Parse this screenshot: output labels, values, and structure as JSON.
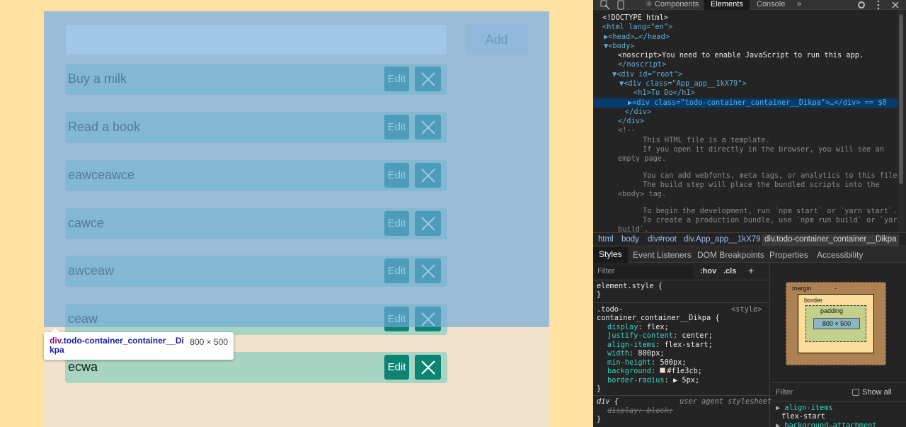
{
  "app": {
    "add_button_label": "Add",
    "add_input_value": "",
    "todos": [
      {
        "text": "Buy a milk",
        "edit_label": "Edit"
      },
      {
        "text": "Read a book",
        "edit_label": "Edit"
      },
      {
        "text": "eawceawce",
        "edit_label": "Edit"
      },
      {
        "text": "cawce",
        "edit_label": "Edit"
      },
      {
        "text": "awceaw",
        "edit_label": "Edit"
      },
      {
        "text": "ceaw",
        "edit_label": "Edit"
      },
      {
        "text": "ecwa",
        "edit_label": "Edit"
      }
    ],
    "colors": {
      "page_bg": "#ffe1a1",
      "container_bg": "#f1e3cb",
      "item_bg": "#a8d5c2",
      "button_bg": "#0d8473",
      "highlight": "#6fa8dc"
    }
  },
  "inspect_tooltip": {
    "tag": "div",
    "class_name": ".todo-container_container__Dikpa",
    "size": "800 × 500"
  },
  "devtools": {
    "tabs": [
      "⚛ Components",
      "Elements",
      "Console",
      "»"
    ],
    "active_tab": "Elements",
    "dom_lines": [
      "<!DOCTYPE html>",
      "<html lang=\"en\">",
      "▶<head>…</head>",
      "▼<body>",
      "<noscript>You need to enable JavaScript to run this app.",
      "</noscript>",
      "▼<div id=\"root\">",
      "▼<div class=\"App_app__1kX79\">",
      "<h1>To Do</h1>",
      "▶<div class=\"todo-container_container__Dikpa\">…</div> == $0",
      "</div>",
      "</div>",
      "<!--",
      "This HTML file is a template.",
      "If you open it directly in the browser, you will see an",
      "empty page.",
      "You can add webfonts, meta tags, or analytics to this file.",
      "The build step will place the bundled scripts into the",
      "<body> tag.",
      "To begin the development, run `npm start` or `yarn start`.",
      "To create a production bundle, use `npm run build` or `yarn",
      "build`."
    ],
    "breadcrumbs": [
      "html",
      "body",
      "div#root",
      "div.App_app__1kX79",
      "div.todo-container_container__Dikpa"
    ],
    "sub_tabs": [
      "Styles",
      "Event Listeners",
      "DOM Breakpoints",
      "Properties",
      "Accessibility"
    ],
    "active_sub_tab": "Styles",
    "filter_placeholder": "Filter",
    "hov_label": ":hov",
    "cls_label": ".cls",
    "plus_label": "+",
    "element_style": "element.style {",
    "element_style_close": "}",
    "rule_selector_1": ".todo-",
    "rule_selector_2": "container_container__Dikpa {",
    "rule_source": "<style>",
    "rule_props": [
      {
        "name": "display",
        "value": "flex;"
      },
      {
        "name": "justify-content",
        "value": "center;"
      },
      {
        "name": "align-items",
        "value": "flex-start;"
      },
      {
        "name": "width",
        "value": "800px;"
      },
      {
        "name": "min-height",
        "value": "500px;"
      },
      {
        "name": "background",
        "value": "#f1e3cb;"
      },
      {
        "name": "border-radius",
        "value": "▶ 5px;"
      }
    ],
    "rule_close": "}",
    "ua_selector": "div {",
    "ua_source": "user agent stylesheet",
    "ua_prop": "display: block;",
    "ua_close": "}",
    "box_model": {
      "margin": "margin",
      "border": "border",
      "padding": "padding",
      "content": "800 × 500",
      "dash": "-"
    },
    "computed_filter": "Filter",
    "show_all": "Show all",
    "computed_props": [
      "align-items",
      "flex-start",
      "background-attachment"
    ]
  }
}
